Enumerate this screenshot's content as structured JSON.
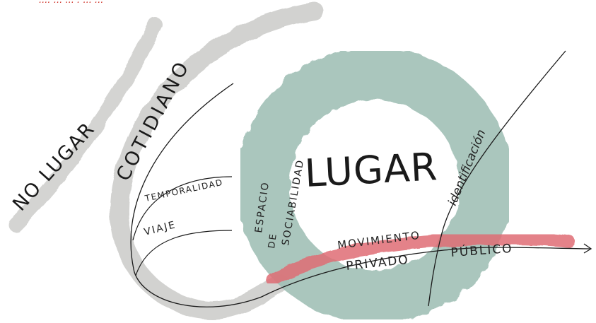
{
  "header": {
    "text": "...: ... ... : ... ..."
  },
  "labels": {
    "no_lugar": "NO LUGAR",
    "cotidiano": "COTIDIANO",
    "temporalidad": "TEMPORALIDAD",
    "viaje": "VIAJE",
    "lugar": "LUGAR",
    "espacio": "ESPACIO",
    "de": "DE",
    "sociabilidad": "SOCIABILIDAD",
    "identificacion": "identificación",
    "movimiento": "MOVIMIENTO",
    "privado": "PRIVADO",
    "publico": "PÚBLICO"
  },
  "colors": {
    "grey_band": "#cfcfcd",
    "ring": "#9fbfb5",
    "red_band": "#e06d74",
    "header_red": "#d0392f",
    "ink": "#1a1a1a"
  }
}
